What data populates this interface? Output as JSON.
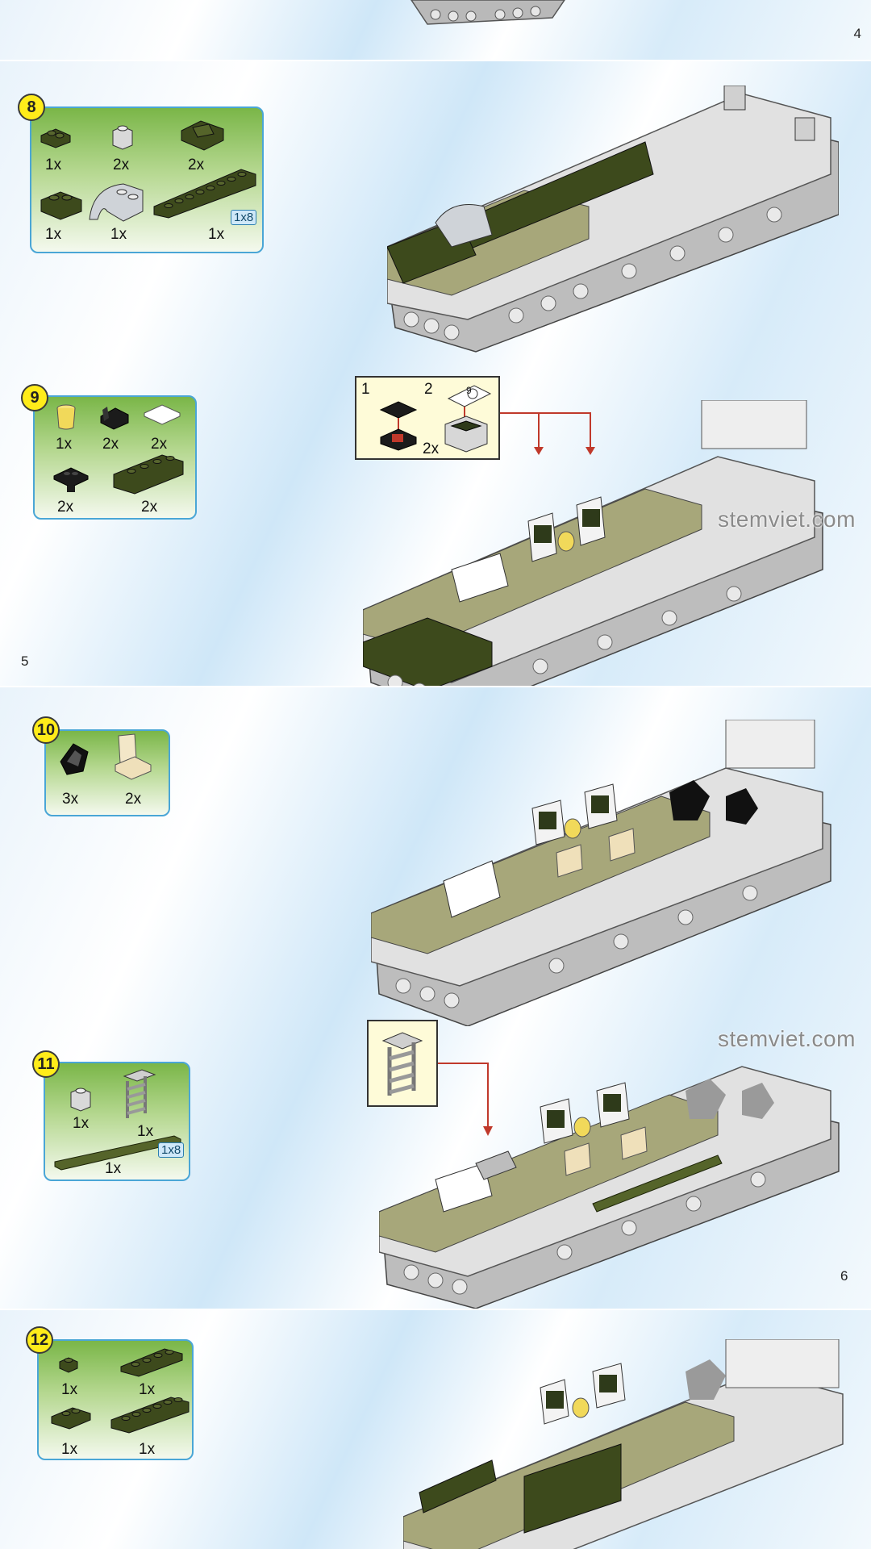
{
  "pages": [
    {
      "id": "p4",
      "number": "4"
    },
    {
      "id": "p5",
      "number": "5"
    },
    {
      "id": "p6",
      "number": "6"
    },
    {
      "id": "p7",
      "number": ""
    }
  ],
  "steps": {
    "s8": {
      "number": "8",
      "qty": [
        "1x",
        "2x",
        "2x",
        "1x",
        "1x",
        "1x"
      ],
      "length_tag": "1x8"
    },
    "s9": {
      "number": "9",
      "qty": [
        "1x",
        "2x",
        "2x",
        "2x",
        "2x"
      ]
    },
    "s10": {
      "number": "10",
      "qty": [
        "3x",
        "2x"
      ]
    },
    "s11": {
      "number": "11",
      "qty": [
        "1x",
        "1x",
        "1x"
      ],
      "length_tag": "1x8"
    },
    "s12": {
      "number": "12",
      "qty": [
        "1x",
        "1x",
        "1x",
        "1x"
      ]
    }
  },
  "callouts": {
    "s9": {
      "sub1": "1",
      "sub2": "2",
      "qty": "2x",
      "badge": "9"
    }
  },
  "watermarks": [
    "stemviet.com",
    "stemviet.com"
  ],
  "colors": {
    "dark_green": "#3d4a1c",
    "olive_tan": "#a7a77a",
    "light_gray": "#d9d9d9",
    "mid_gray": "#a9a9a9",
    "step_badge": "#ffec1a",
    "box_border": "#4aa6d6"
  }
}
